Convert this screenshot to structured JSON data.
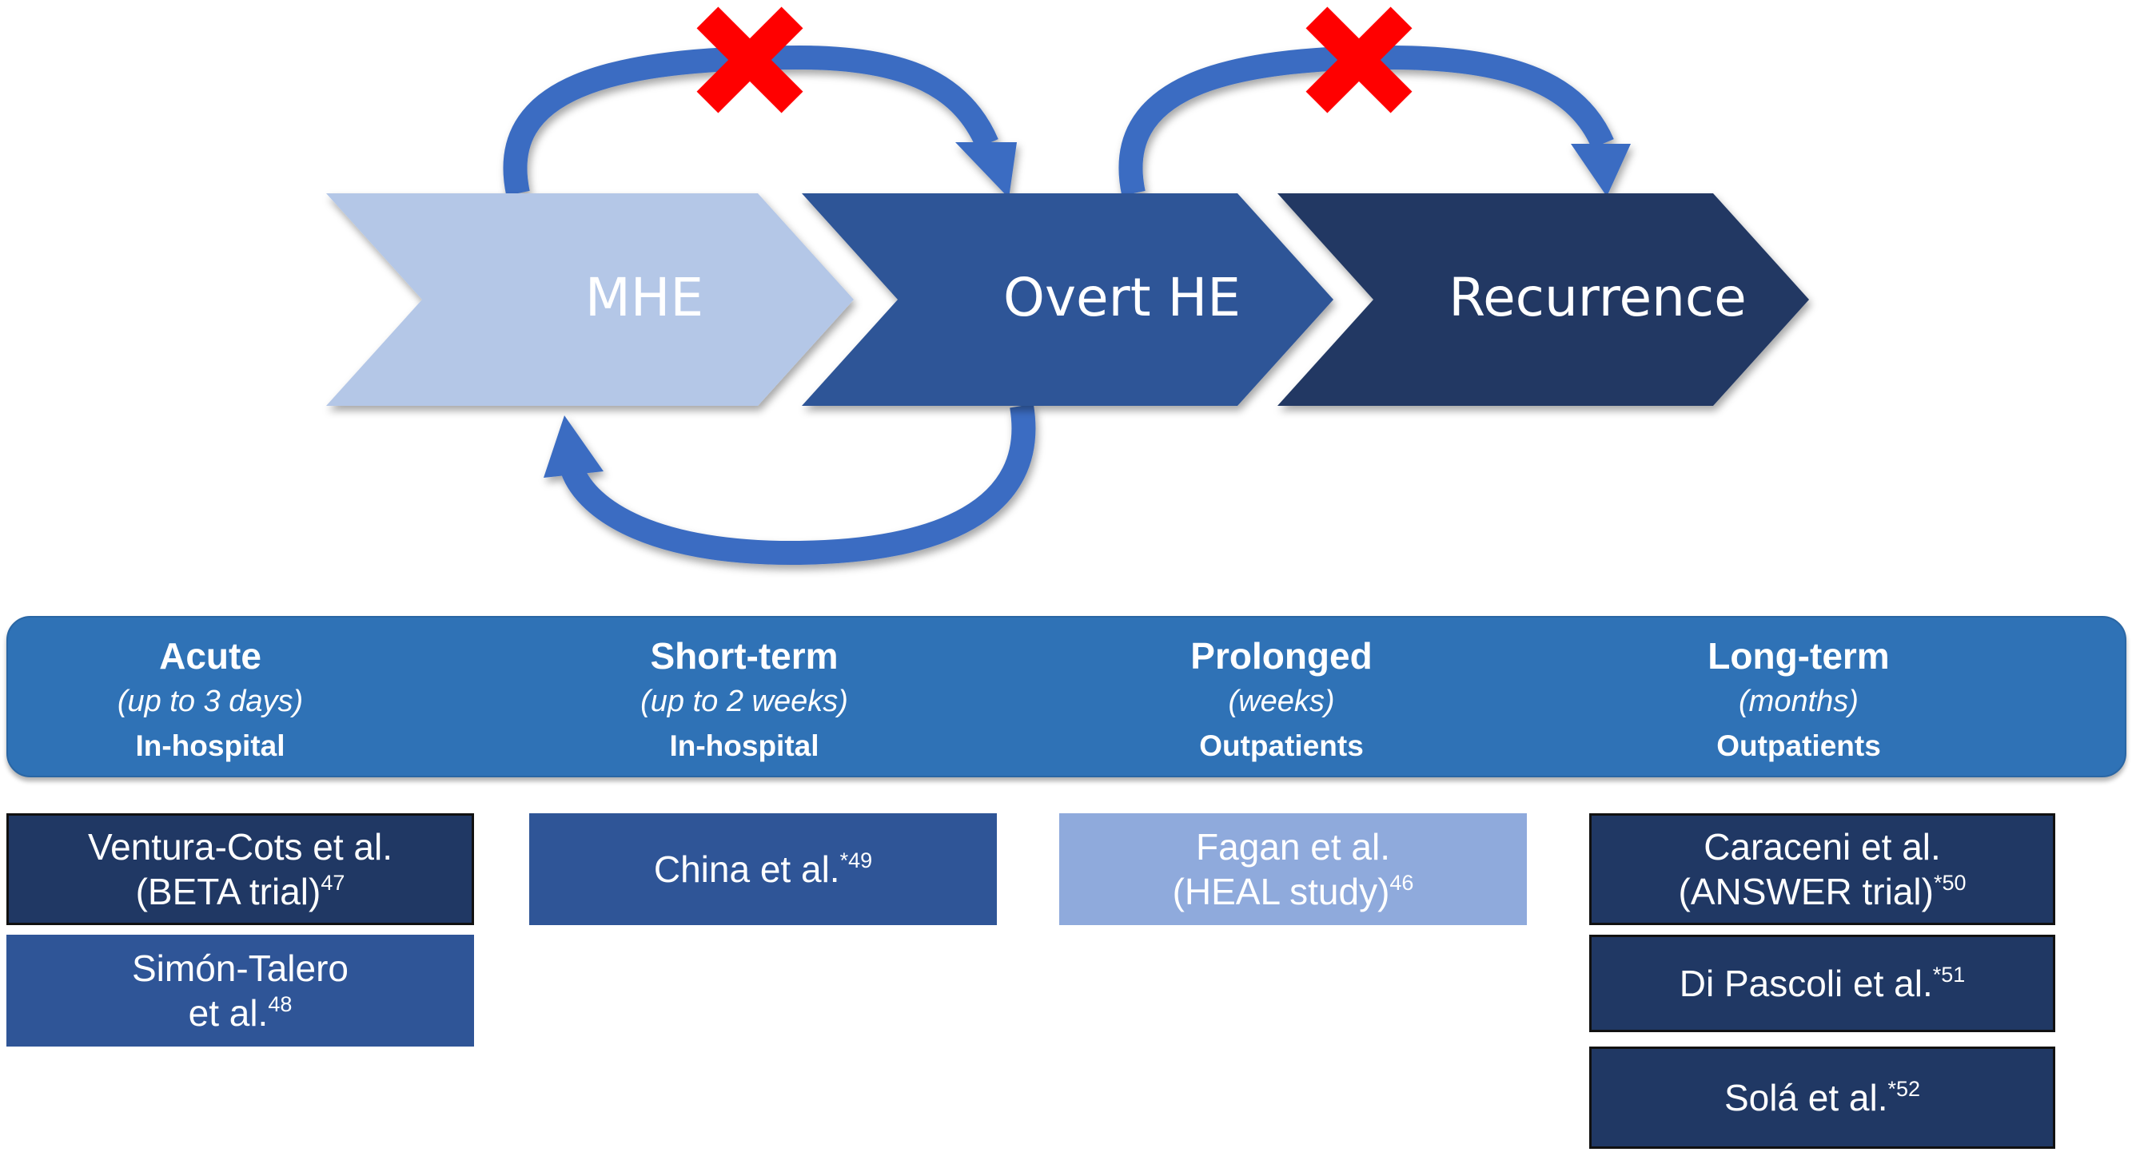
{
  "flow": {
    "stages": [
      {
        "label": "MHE",
        "fill": "#b4c7e7",
        "text_color": "#ffffff"
      },
      {
        "label": "Overt HE",
        "fill": "#2f5597",
        "text_color": "#ffffff"
      },
      {
        "label": "Recurrence",
        "fill": "#203864",
        "text_color": "#ffffff"
      }
    ],
    "arrow_color": "#3b6cc2",
    "blocked_marker_color": "#ff0000"
  },
  "periods": [
    {
      "title": "Acute",
      "duration": "(up to 3 days)",
      "setting": "In-hospital"
    },
    {
      "title": "Short-term",
      "duration": "(up to 2 weeks)",
      "setting": "In-hospital"
    },
    {
      "title": "Prolonged",
      "duration": "(weeks)",
      "setting": "Outpatients"
    },
    {
      "title": "Long-term",
      "duration": "(months)",
      "setting": "Outpatients"
    }
  ],
  "band_color": "#2f72b6",
  "studies": [
    {
      "period": "Acute",
      "lines": [
        "Ventura-Cots et al.",
        "(BETA trial)"
      ],
      "ref": "47",
      "fill": "#203864",
      "text_color": "#ffffff"
    },
    {
      "period": "Acute",
      "lines": [
        "Simón-Talero",
        "et al."
      ],
      "ref": "48",
      "fill": "#2f5597",
      "text_color": "#ffffff"
    },
    {
      "period": "Short-term",
      "lines": [
        "China et al."
      ],
      "ref": "*49",
      "fill": "#2f5597",
      "text_color": "#ffffff"
    },
    {
      "period": "Prolonged",
      "lines": [
        "Fagan et al.",
        "(HEAL study)"
      ],
      "ref": "46",
      "fill": "#8faadc",
      "text_color": "#ffffff"
    },
    {
      "period": "Long-term",
      "lines": [
        "Caraceni et al.",
        "(ANSWER trial)"
      ],
      "ref": "*50",
      "fill": "#203864",
      "text_color": "#ffffff"
    },
    {
      "period": "Long-term",
      "lines": [
        "Di Pascoli et al."
      ],
      "ref": "*51",
      "fill": "#203864",
      "text_color": "#ffffff"
    },
    {
      "period": "Long-term",
      "lines": [
        "Solá et al."
      ],
      "ref": "*52",
      "fill": "#203864",
      "text_color": "#ffffff"
    }
  ]
}
